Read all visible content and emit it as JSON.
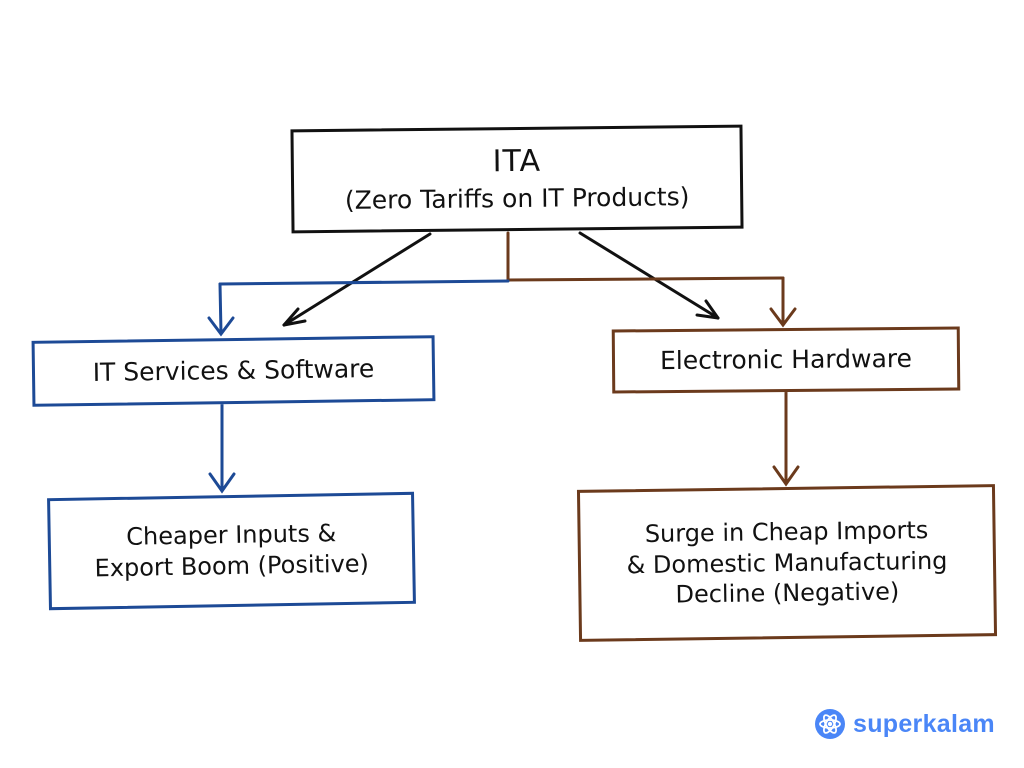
{
  "nodes": {
    "ita": {
      "title": "ITA",
      "subtitle": "(Zero Tariffs on IT Products)"
    },
    "it_services": {
      "label": "IT Services & Software"
    },
    "hardware": {
      "label": "Electronic Hardware"
    },
    "positive": {
      "line1": "Cheaper Inputs &",
      "line2": "Export Boom (Positive)"
    },
    "negative": {
      "line1": "Surge in Cheap Imports",
      "line2": "& Domestic Manufacturing",
      "line3": "Decline (Negative)"
    }
  },
  "colors": {
    "black": "#111111",
    "blue": "#1d4a96",
    "brown": "#6b3a1c",
    "brand": "#4a86f7"
  },
  "brand": {
    "name": "superkalam",
    "icon": "superkalam-logo-icon"
  }
}
